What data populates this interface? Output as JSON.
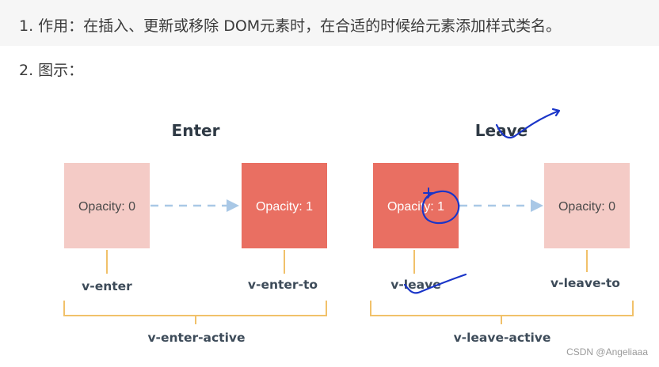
{
  "text": {
    "line1": "1. 作用：在插入、更新或移除 DOM元素时，在合适的时候给元素添加样式类名。",
    "line2": "2. 图示："
  },
  "diagram": {
    "enter": {
      "title": "Enter",
      "from_box": "Opacity: 0",
      "to_box": "Opacity: 1",
      "from_class": "v-enter",
      "to_class": "v-enter-to",
      "active_class": "v-enter-active"
    },
    "leave": {
      "title": "Leave",
      "from_box": "Opacity: 1",
      "to_box": "Opacity: 0",
      "from_class": "v-leave",
      "to_class": "v-leave-to",
      "active_class": "v-leave-active"
    },
    "colors": {
      "opacity0_box": "#f4cbc6",
      "opacity1_box": "#e96f62",
      "arrow": "#a9c8e6",
      "bracket": "#f1c16a",
      "annotation_ink": "#1a35c8"
    }
  },
  "watermark": "CSDN @Angeliaaa"
}
